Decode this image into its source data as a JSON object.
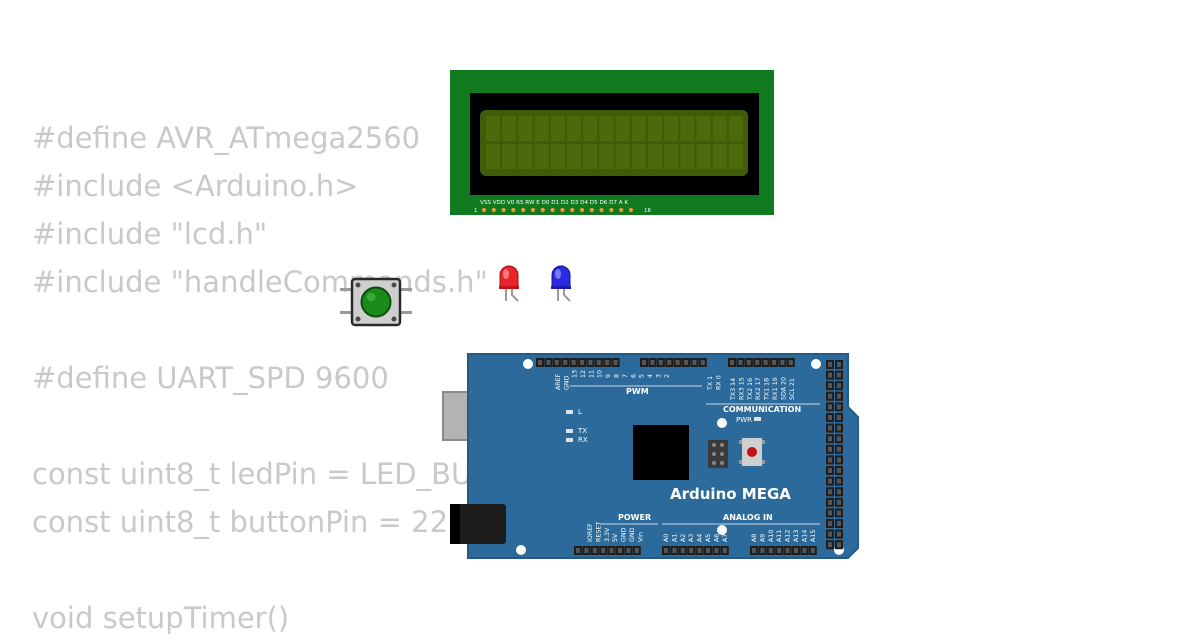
{
  "code": {
    "lines": [
      "#define AVR_ATmega2560",
      "#include <Arduino.h>",
      "#include \"lcd.h\"",
      "#include \"handleCommands.h\"",
      "",
      "#define UART_SPD 9600",
      "",
      "const uint8_t ledPin = LED_BUILTIN;",
      "const uint8_t buttonPin = 22;",
      "",
      "void setupTimer()"
    ]
  },
  "lcd": {
    "pin_labels": "VSS VDD V0 RS RW E D0 D1 D2 D3 D4 D5 D6 D7 A K",
    "pin_first": "1",
    "pin_last": "16",
    "colors": {
      "board": "#0f7a1e",
      "bezel": "#000000",
      "screen": "#3f5c08"
    }
  },
  "button": {
    "cap_color": "#1a8a1a"
  },
  "leds": {
    "red_color": "#e8232a",
    "blue_color": "#2a2ae0"
  },
  "arduino": {
    "name": "Arduino MEGA",
    "labels": {
      "pwm": "PWM",
      "communication": "COMMUNICATION",
      "power": "POWER",
      "analog_in": "ANALOG IN",
      "pwr": "PWR",
      "l": "L",
      "tx": "TX",
      "rx": "RX"
    },
    "top_pins": [
      "AREF",
      "GND",
      "13",
      "12",
      "11",
      "10",
      "9",
      "8",
      "7",
      "6",
      "5",
      "4",
      "3",
      "2",
      "TX 1",
      "RX 0",
      "TX3 14",
      "RX3 15",
      "TX2 16",
      "RX2 17",
      "TX1 18",
      "RX1 19",
      "SDA 20",
      "SCL 21"
    ],
    "power_pins": [
      "IOREF",
      "RESET",
      "3.3V",
      "5V",
      "GND",
      "GND",
      "Vin"
    ],
    "analog_pins": [
      "A0",
      "A1",
      "A2",
      "A3",
      "A4",
      "A5",
      "A6",
      "A7",
      "A8",
      "A9",
      "A10",
      "A11",
      "A12",
      "A13",
      "A14",
      "A15"
    ],
    "colors": {
      "board": "#2b6a9a",
      "edge": "#245a84",
      "chip": "#000000"
    }
  }
}
